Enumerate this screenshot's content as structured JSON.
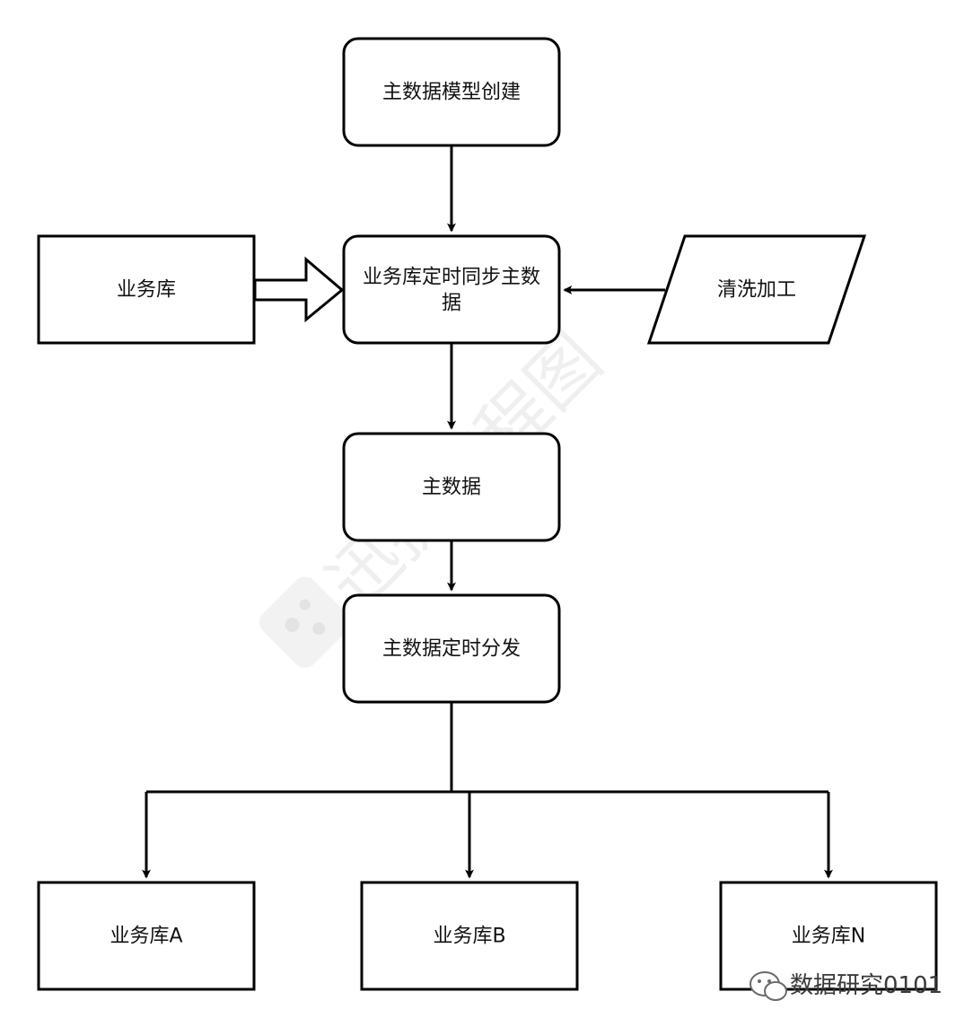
{
  "nodes": {
    "model_create": {
      "label": "主数据模型创建",
      "shape": "rounded-rect"
    },
    "sync": {
      "label_line1": "业务库定时同步主数",
      "label_line2": "据",
      "shape": "rounded-rect"
    },
    "source_db": {
      "label": "业务库",
      "shape": "rect"
    },
    "cleaning": {
      "label": "清洗加工",
      "shape": "parallelogram"
    },
    "master_data": {
      "label": "主数据",
      "shape": "rounded-rect"
    },
    "distribute": {
      "label": "主数据定时分发",
      "shape": "rounded-rect"
    },
    "db_a": {
      "label": "业务库A",
      "shape": "rect"
    },
    "db_b": {
      "label": "业务库B",
      "shape": "rect"
    },
    "db_n": {
      "label": "业务库N",
      "shape": "rect"
    }
  },
  "edges": [
    {
      "from": "model_create",
      "to": "sync",
      "style": "arrow"
    },
    {
      "from": "source_db",
      "to": "sync",
      "style": "block-arrow"
    },
    {
      "from": "cleaning",
      "to": "sync",
      "style": "arrow"
    },
    {
      "from": "sync",
      "to": "master_data",
      "style": "arrow"
    },
    {
      "from": "master_data",
      "to": "distribute",
      "style": "arrow"
    },
    {
      "from": "distribute",
      "to": "db_a",
      "style": "arrow"
    },
    {
      "from": "distribute",
      "to": "db_b",
      "style": "arrow"
    },
    {
      "from": "distribute",
      "to": "db_n",
      "style": "arrow"
    }
  ],
  "watermark": {
    "text": "迅捷流程图"
  },
  "signature": {
    "text": "数据研究0101",
    "icon": "wechat-icon"
  },
  "colors": {
    "stroke": "#000000",
    "text": "#111111",
    "background": "#ffffff"
  }
}
